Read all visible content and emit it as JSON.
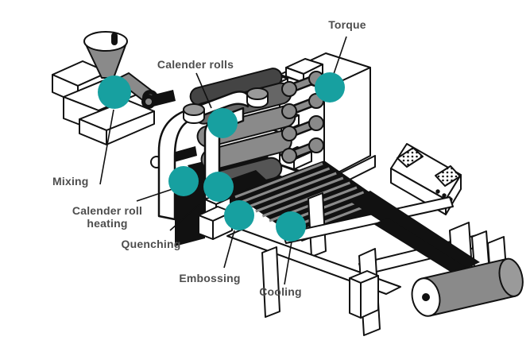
{
  "diagram": {
    "labels": {
      "mixing": "Mixing",
      "calender_rolls": "Calender rolls",
      "torque": "Torque",
      "calender_roll_heating": "Calender roll heating",
      "quenching": "Quenching",
      "embossing": "Embossing",
      "cooling": "Cooling"
    },
    "colors": {
      "hotspot_teal": "#17a0a0",
      "label_text": "#4d4d4d",
      "outline_black": "#111111",
      "machine_gray": "#8a8a8a",
      "background": "#ffffff"
    }
  }
}
